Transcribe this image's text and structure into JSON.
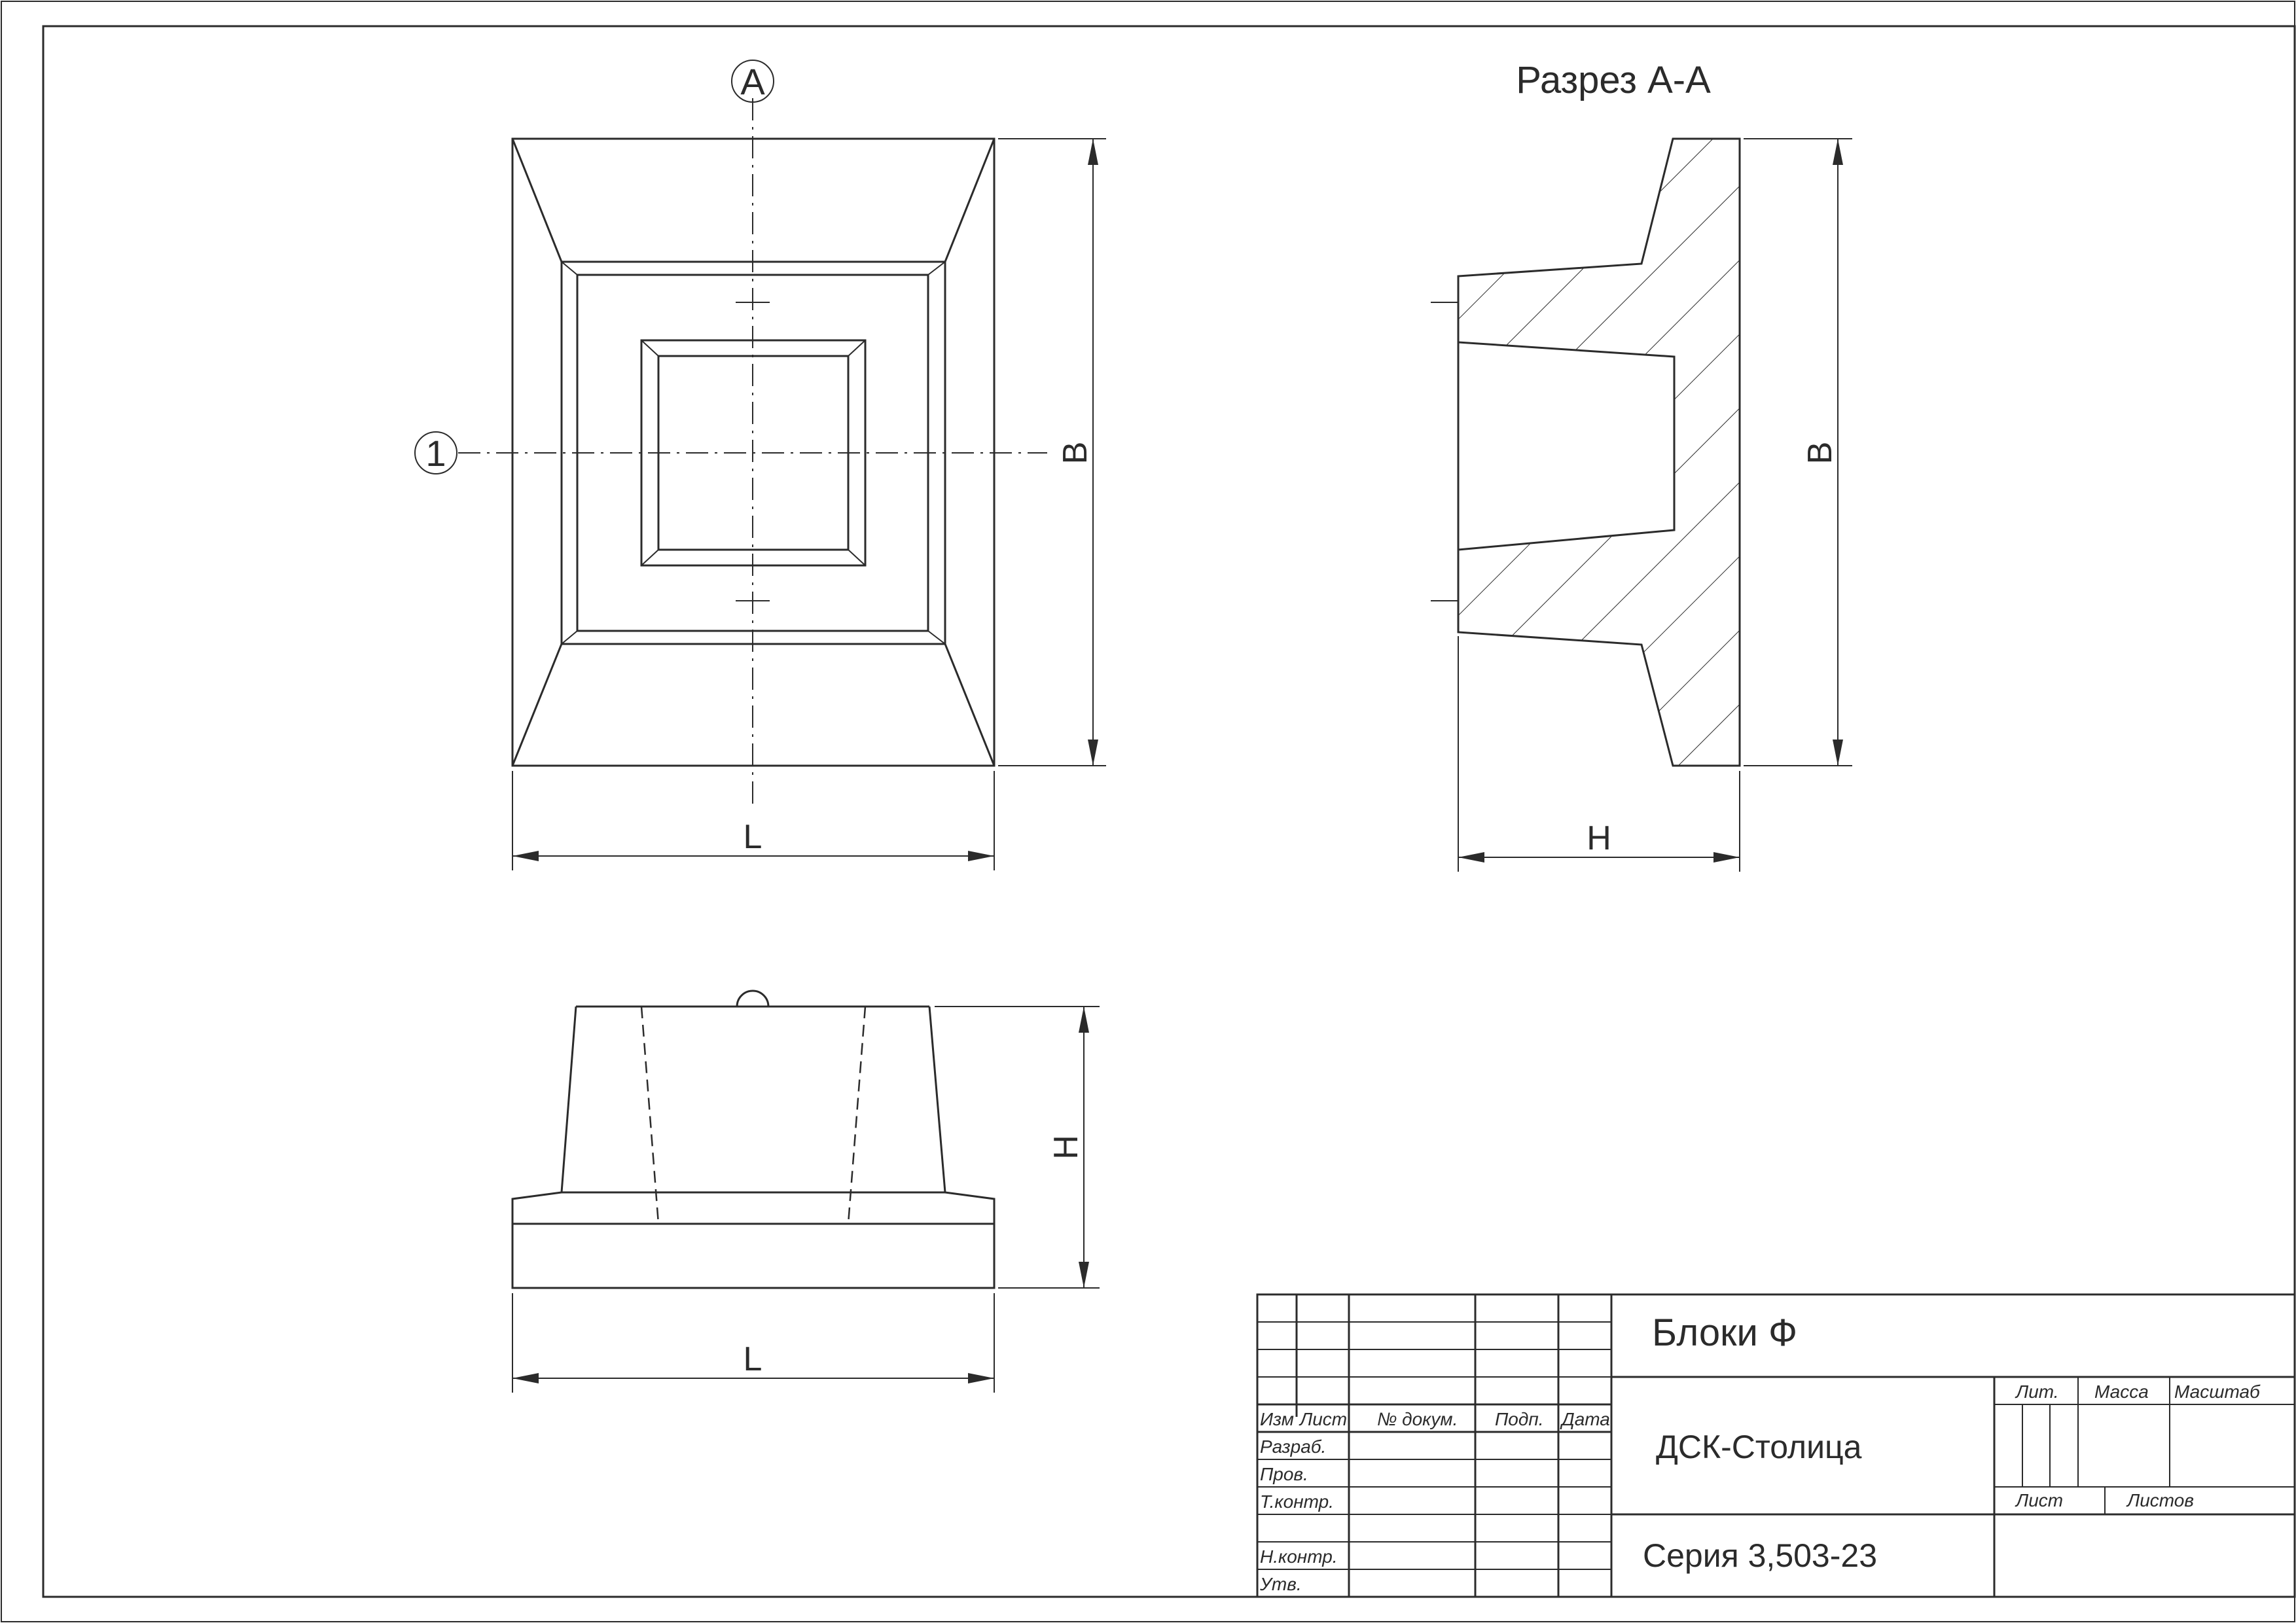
{
  "section_title": "Разрез А-А",
  "markers": {
    "section": "А",
    "axis": "1"
  },
  "dims": {
    "L_top": "L",
    "B_plan": "B",
    "B_section": "B",
    "H_section": "H",
    "H_side": "H",
    "L_side": "L"
  },
  "title_block": {
    "name": "Блоки Ф",
    "org": "ДСК-Столица",
    "series": "Серия 3,503-23",
    "cols": {
      "izm": "Изм",
      "list": "Лист",
      "doc": "№ докум.",
      "sign": "Подп.",
      "date": "Дата"
    },
    "rows": {
      "razrab": "Разраб.",
      "prov": "Пров.",
      "tkontr": "Т.контр.",
      "nkontr": "Н.контр.",
      "utv": "Утв."
    },
    "lit": "Лит.",
    "mass": "Масса",
    "scale": "Масштаб",
    "sheet": "Лист",
    "sheets": "Листов"
  }
}
